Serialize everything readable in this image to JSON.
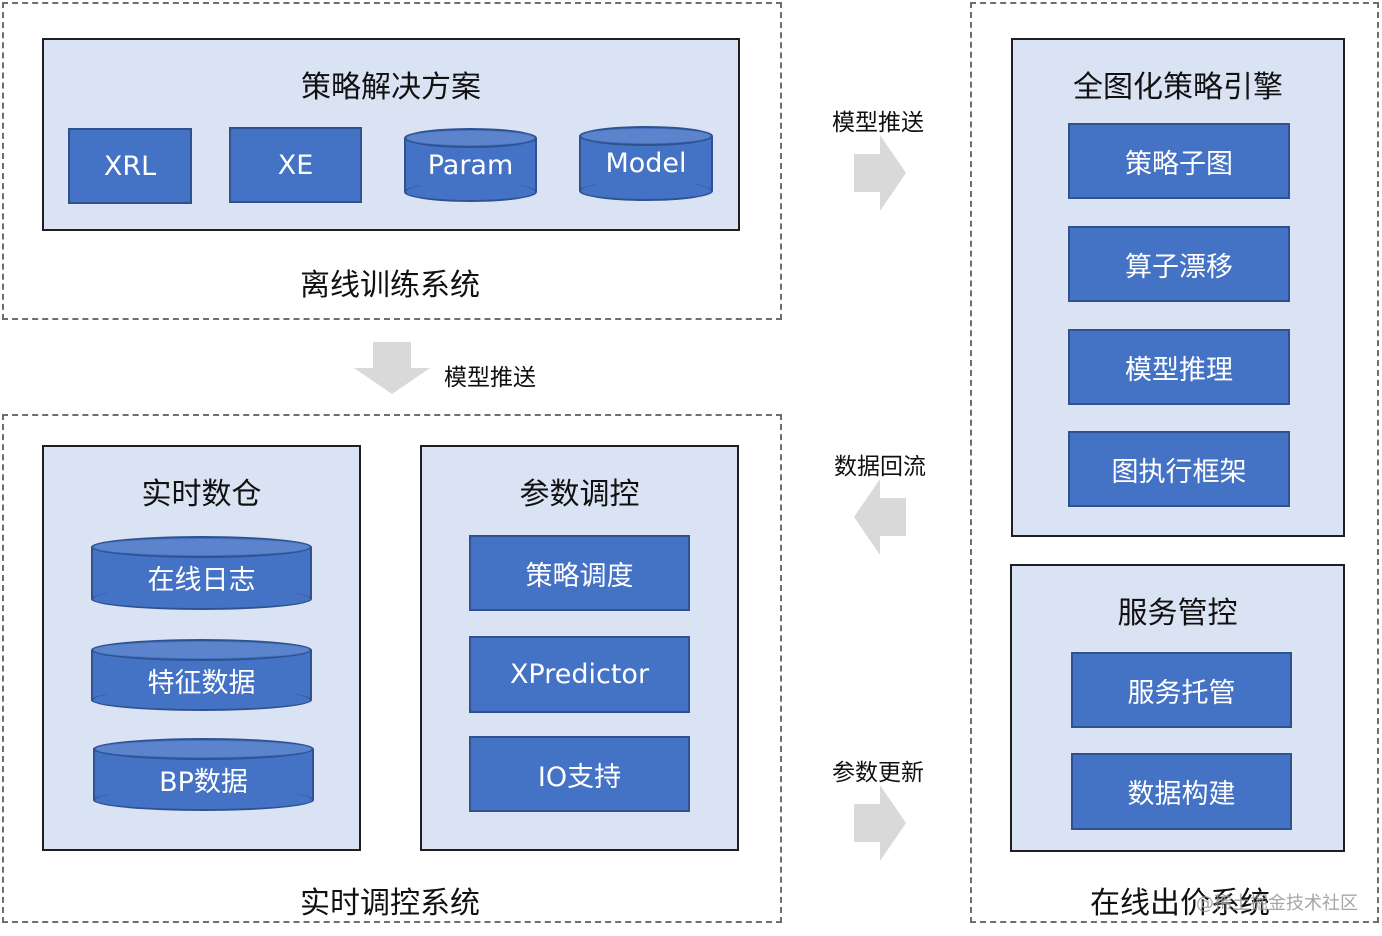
{
  "offline": {
    "system_label": "离线训练系统",
    "solution": {
      "title": "策略解决方案",
      "items": [
        "XRL",
        "XE",
        "Param",
        "Model"
      ]
    }
  },
  "realtime": {
    "system_label": "实时调控系统",
    "warehouse": {
      "title": "实时数仓",
      "items": [
        "在线日志",
        "特征数据",
        "BP数据"
      ]
    },
    "params": {
      "title": "参数调控",
      "items": [
        "策略调度",
        "XPredictor",
        "IO支持"
      ]
    }
  },
  "online": {
    "system_label": "在线出价系统",
    "engine": {
      "title": "全图化策略引擎",
      "items": [
        "策略子图",
        "算子漂移",
        "模型推理",
        "图执行框架"
      ]
    },
    "service": {
      "title": "服务管控",
      "items": [
        "服务托管",
        "数据构建"
      ]
    }
  },
  "arrows": {
    "offline_to_online": "模型推送",
    "offline_to_realtime": "模型推送",
    "online_to_realtime": "数据回流",
    "realtime_to_online": "参数更新"
  },
  "colors": {
    "panel_fill": "#dae3f3",
    "box_fill": "#4472c4",
    "box_border": "#2f528f",
    "arrow_fill": "#d9d9d9"
  },
  "watermark": "@稀土掘金技术社区"
}
